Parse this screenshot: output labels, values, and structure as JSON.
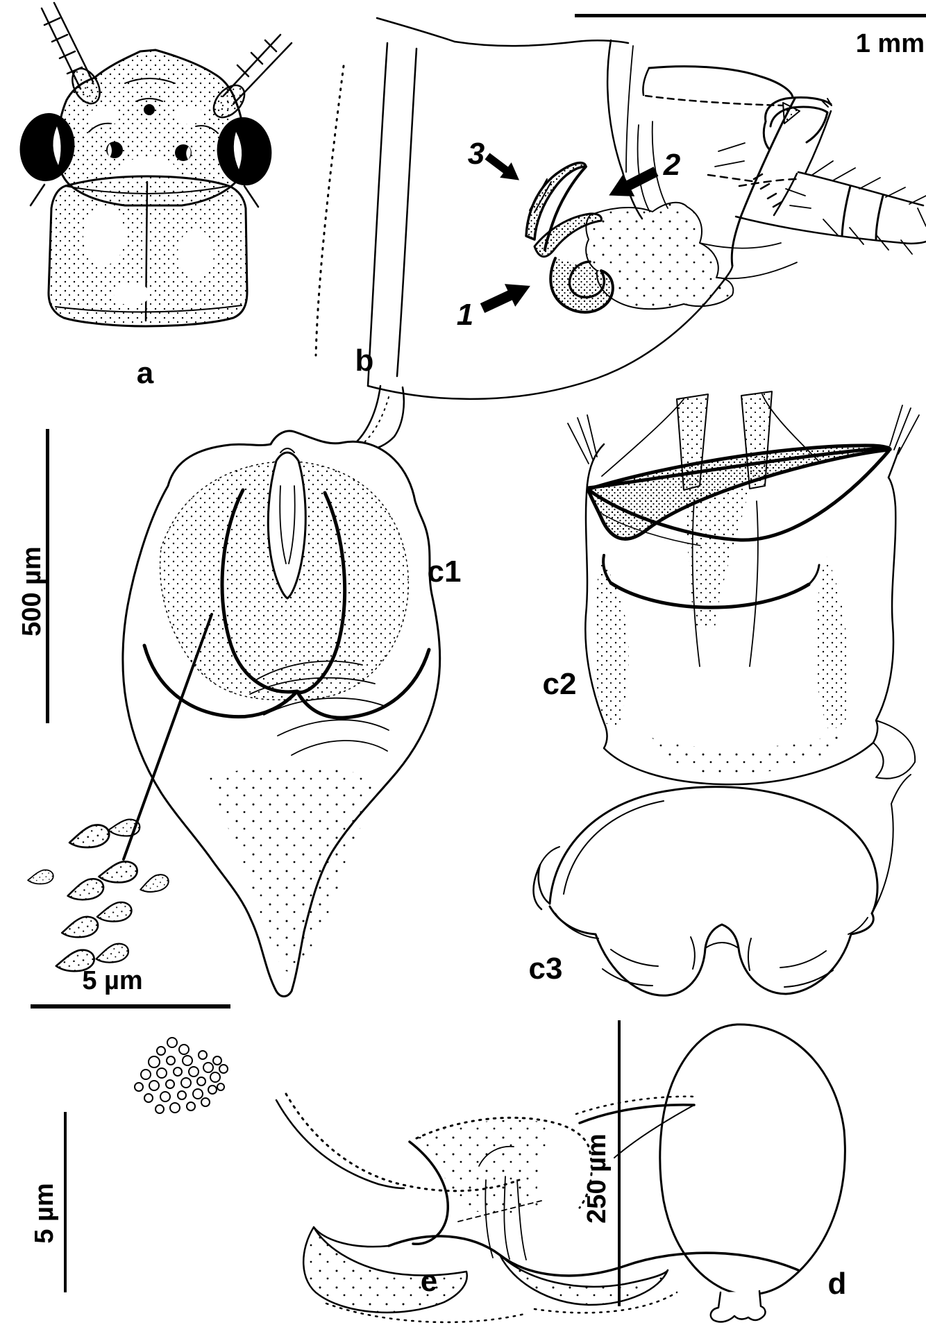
{
  "figure": {
    "colors": {
      "ink": "#000000",
      "paper": "#ffffff"
    },
    "panel_labels": {
      "a": "a",
      "b": "b",
      "c1": "c1",
      "c2": "c2",
      "c3": "c3",
      "d": "d",
      "e": "e"
    },
    "callouts": {
      "n1": "1",
      "n2": "2",
      "n3": "3"
    },
    "scale_bars": {
      "b": {
        "label": "1 mm",
        "orientation": "horizontal"
      },
      "c1": {
        "label": "500 µm",
        "orientation": "vertical"
      },
      "c1_inset": {
        "label": "5 µm",
        "orientation": "horizontal"
      },
      "e": {
        "label": "5 µm",
        "orientation": "vertical"
      },
      "d": {
        "label": "250 µm",
        "orientation": "vertical"
      }
    }
  }
}
